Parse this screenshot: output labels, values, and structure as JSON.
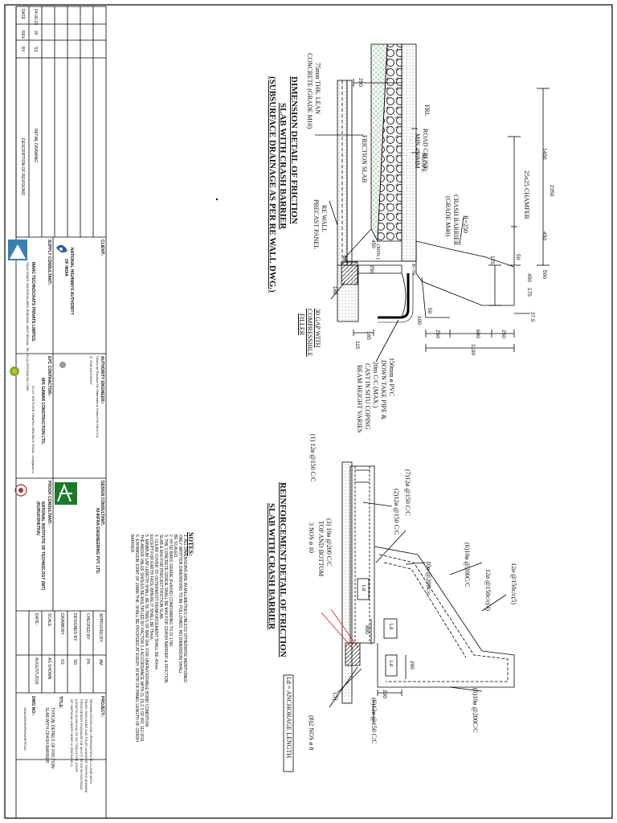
{
  "drawing_a": {
    "title_line1": "DIMENSION DETAIL OF FRICTION",
    "title_line2": "SLAB WITH CRASH BARRIER",
    "title_line3": "(SUBSURFACE DRAINAGE AS PER RE WALL DWG.)",
    "labels": {
      "lean_concrete_1": "75mm THK. LEAN",
      "lean_concrete_2": "CONCRETE (GRADE M10)",
      "friction_slab": "FRICTION SLAB",
      "re_wall_1": "RE WALL",
      "re_wall_2": "PRECAST PANEL",
      "frl": "FRL",
      "road_crust_1": "ROAD CRUST",
      "road_crust_2": "MIN.450MM",
      "slope": "SLOPE",
      "chamfer": "25x25 CHAMFER",
      "crash_barrier_1": "CRASH BARRIER",
      "crash_barrier_2": "(GRADE M40)",
      "r250": "R=250",
      "r50": "R=50",
      "gap_1": "30 GAP WITH",
      "gap_2": "COMPRESSIBLE",
      "gap_3": "FILLER",
      "pipe_1": "150mm ø PVC",
      "pipe_2": "DOWN TAKE PIPE &",
      "pipe_3": "20m C/C (MAX.)",
      "pipe_4": "CAST IN SITU COPING",
      "pipe_5": "BEAM HEIGHT VARIES",
      "min": "(MIN.)"
    },
    "dims": {
      "d250_top": "250",
      "d2350": "2350",
      "d1450": "1450",
      "d450_a": "450",
      "d500": "500",
      "d175_a": "175",
      "d50_a": "50",
      "d450_b": "450",
      "d175_b": "175",
      "d37_5": "37.5",
      "d50_b": "50",
      "d100": "100",
      "d250_b": "250",
      "d600": "600",
      "d250_c": "250",
      "d1100": "1100",
      "d450_slab": "450",
      "d60": "60",
      "d250_d": "250",
      "d160": "160",
      "d165": "165",
      "d115": "115"
    }
  },
  "drawing_b": {
    "title_line1": "REINFORCEMENT DETAIL OF FRICTION",
    "title_line2": "SLAB WITH CRASH BARRIER",
    "bars": {
      "b1": "(1) 12ø @150 C/C",
      "b2": "(2)12ø @150 C/C",
      "b3_1": "(3) 10ø @200 C/C",
      "b3_2": "TOP AND BOTTOM",
      "b3_3": "3 NOS ø 10",
      "b7": "(7)12ø @150 C/C",
      "b6_top": "(6)10ø @200C/C",
      "b_10_200": "10ø @200c/c",
      "b4": "12ø @150c/c(4)",
      "b5": "12ø @150c/c(5)",
      "b6_bot": "(6)10ø @200C/C",
      "b9": "(9)12ø @150 C/C",
      "b8": "(8)2 NOS ø 8",
      "b5_ref": "(5)"
    },
    "dims": {
      "d800": "800",
      "d200_a": "200",
      "d200_b": "200"
    },
    "ld": "Ld",
    "ld_legend": "Ld = ANCHORAGE LENGTH"
  },
  "notes": {
    "heading": "NOTES:",
    "items": [
      "1.   ALL DIMENSIONS ARE IN MILLIMETRES UNLESS OTHERWISE MENTIONED.",
      "      ONLY WRITTEN DIMENSIONS TO BE FOLLOWED. NO DIMENSION SHALL",
      "      BE SCALED.",
      "2.   HYSD BARS GRADE (Fe500D) CONFORMING TO IS 1786.",
      "3.   THE CONCRETE GRADE SHALL BE M40 FOR CRASH BARRIER & FRICTION",
      "      SLAB & M40 FOR PRECAST FRICTION SLAB.",
      "4.   CLEAR COVER TO OUTERMOST REINFORCEMENT SHALL BE 40mm",
      "      EXCEPT FOR EARTH FACE WHERE IT SHALL BE 75mm.",
      "5.   MINIMUM LAP LENGTH SHALL BE 56 TIMES OF BAR DIA. FOR UNFAVOURABLE BOND CONDITION",
      "      THE ABOVE VALUE SHOULD BE MULTIPLIED BY FACTOR 1.4 ACCORDANCE WITH CL 15.2.3 OF IRC 112:2011",
      "6.   EXPANSION JOINT OF 20MM THK. SHALL BE PROVIDED AT EVERY 30 MTR OF PANEL LENGTH OF CRASH",
      "      BARRIER."
    ]
  },
  "revisions": {
    "headers": [
      "DATE",
      "REV",
      "BY",
      "DESCRIPTION OF REVISIONS"
    ],
    "rows": [
      {
        "date": "24-06-19",
        "rev": "00",
        "by": "SS",
        "desc": "INITIAL DRAWING"
      }
    ]
  },
  "title_block": {
    "client_label": "CLIENT:-",
    "client_1": "NATIONAL HIGHWAYS AUTHORITY",
    "client_2": "OF INDIA",
    "supply_label": "SUPPLY CONSULTANT:-",
    "supply_name": "MARC TECHNOCRATS PRIVATE LIMITED.",
    "supply_addr": "ITALIA TOWER, INDUSTRIAL AREA, BURDWAN, WEST BENGAL, TEL.+91-22-2875 0000 FAX 27866",
    "authority_label": "AUTHORITY ENGINEER:-",
    "authority_1": "Centro de Estudios De Materiales & Control De Obra S.A.",
    "authority_2": "G. ENG ADVISORY",
    "epc_label": "EPC CONTRACTOR:-",
    "epc_name": "M/S GAWAR CONSTRUCTION LTD.",
    "epc_addr": "ST-1-F, 3RD FLOOR, DWARKA, NEW DELHI, E-MAIL: info@gawar.in",
    "design_label": "DESIGN CONSULTANT:-",
    "design_name": "NI-INFRA ENGINEERING PVT. LTD.",
    "proof_label": "PROOF CONSULTANT:-",
    "proof_1": "NATIONAL INSTITUTE OF TECHNOLOGY (NIT)",
    "proof_2": "(KURUKSHETRA)",
    "approved_label": "APPROVED BY:",
    "approved_val": "AM",
    "checked_label": "CHECKED BY:",
    "checked_val": "PK",
    "designed_label": "DESIGNED BY:",
    "designed_val": "SD",
    "drawn_label": "DRAWN BY:",
    "drawn_val": "SS",
    "scale_label": "SCALE:",
    "scale_val": "AS SHOWN",
    "date_label": "DATE:-",
    "date_val": "AUGUST-2019",
    "project_label": "PROJECT:-",
    "project_1": "REHABILITATION AND UPGRADATION TO 2-LANE WITH",
    "project_2": "PAVED SHOULDER AND FOUR LANING OF ROHTAK BHIWANI",
    "project_3": "FROM DESIGN CHAINAGE KM 46+270 TO KM 95+520 ROAD",
    "project_4": "(LENGTH 49.250 KM) OF NH 709A IN THE STATE",
    "project_5": "OF HARYANA UNDER NHDP-IV (PACKAGE-I)",
    "title_label": "TITLE:",
    "title_1": "TYPICAL DETAILS OF FRICTION",
    "title_2": "SLAB WITH CRASH BARRIER",
    "dwg_label": "DWG NO:-",
    "dwg_val": "NHAI/409/NH/RW/NH/FRC/40"
  }
}
